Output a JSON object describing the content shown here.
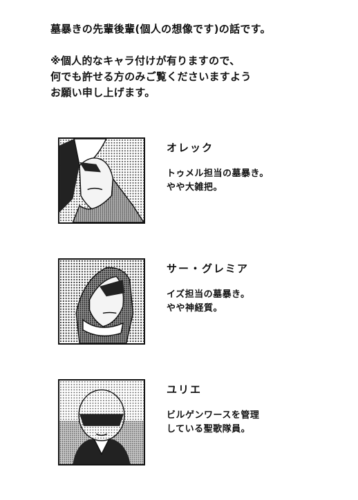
{
  "intro": {
    "line1": "墓暴きの先輩後輩(個人の想像です)の話です。",
    "line2": "※個人的なキャラ付けが有りますので、",
    "line3": "何でも許せる方のみご覧くださいますよう",
    "line4": "お願い申し上げます。"
  },
  "characters": [
    {
      "name": "オレック",
      "desc1": "トゥメル担当の墓暴き。",
      "desc2": "やや大雑把。"
    },
    {
      "name": "サー・グレミア",
      "desc1": "イズ担当の墓暴き。",
      "desc2": "やや神経質。"
    },
    {
      "name": "ユリエ",
      "desc1": "ビルゲンワースを管理",
      "desc2": "している聖歌隊員。"
    }
  ]
}
